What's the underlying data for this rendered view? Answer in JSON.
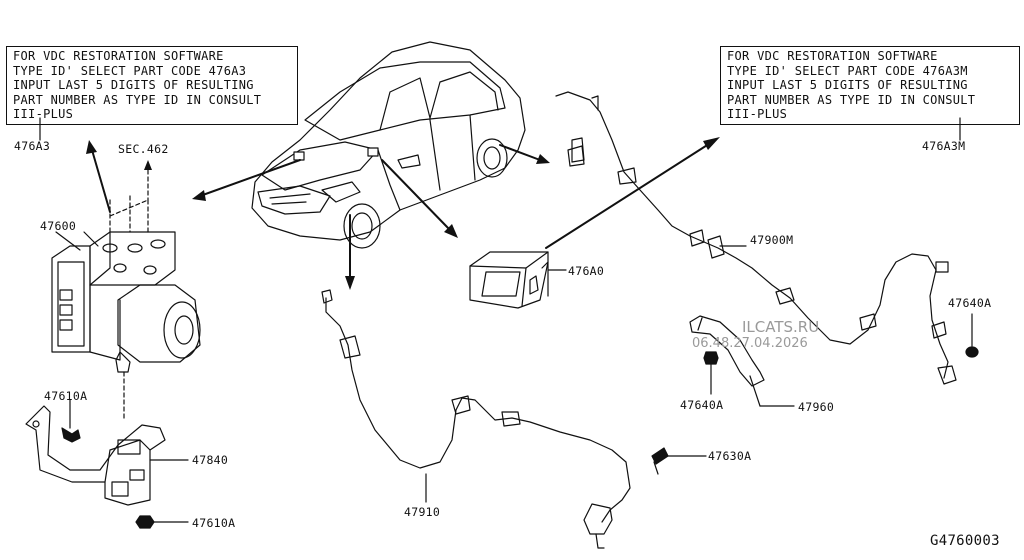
{
  "notes": {
    "left": "FOR VDC RESTORATION SOFTWARE\nTYPE ID' SELECT PART CODE 476A3\nINPUT LAST 5 DIGITS OF RESULTING\nPART NUMBER AS TYPE ID IN CONSULT\nIII-PLUS",
    "right": "FOR VDC RESTORATION SOFTWARE\nTYPE ID' SELECT PART CODE 476A3M\nINPUT LAST 5 DIGITS OF RESULTING\nPART NUMBER AS TYPE ID IN CONSULT\nIII-PLUS"
  },
  "labels": {
    "p476A3": "476A3",
    "sec462": "SEC.462",
    "p47600": "47600",
    "p47610A_top": "47610A",
    "p47840": "47840",
    "p47610A_bottom": "47610A",
    "p476A3M": "476A3M",
    "p47900M": "47900M",
    "p476A0": "476A0",
    "p47640A_right": "47640A",
    "p47640A_mid": "47640A",
    "p47960": "47960",
    "p47630A": "47630A",
    "p47910": "47910"
  },
  "watermark": {
    "site": "ILCATS.RU",
    "date": "06.48.27.04.2026"
  },
  "diagram_code": "G4760003"
}
